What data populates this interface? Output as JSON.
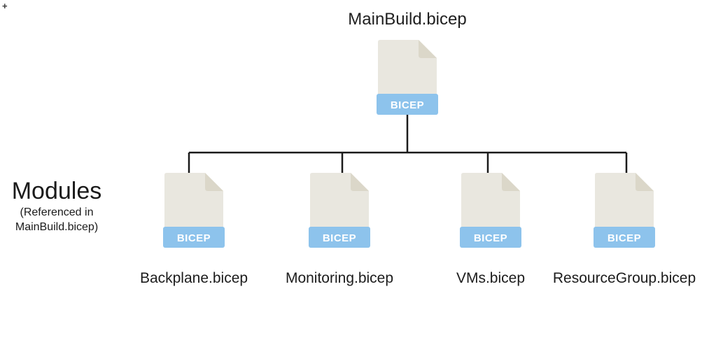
{
  "diagram": {
    "artifact_cursor": "+",
    "root": {
      "title": "MainBuild.bicep",
      "badge": "BICEP"
    },
    "group_label": {
      "title": "Modules",
      "subtitle_line1": "(Referenced in",
      "subtitle_line2": "MainBuild.bicep)"
    },
    "modules": [
      {
        "name": "Backplane.bicep",
        "badge": "BICEP"
      },
      {
        "name": "Monitoring.bicep",
        "badge": "BICEP"
      },
      {
        "name": "VMs.bicep",
        "badge": "BICEP"
      },
      {
        "name": "ResourceGroup.bicep",
        "badge": "BICEP"
      }
    ],
    "colors": {
      "file_body": "#e9e7df",
      "file_fold": "#dbd7c9",
      "badge_bg": "#8dc3ec",
      "badge_text": "#ffffff",
      "connector": "#1a1a1a",
      "text": "#1f1f1f"
    }
  }
}
